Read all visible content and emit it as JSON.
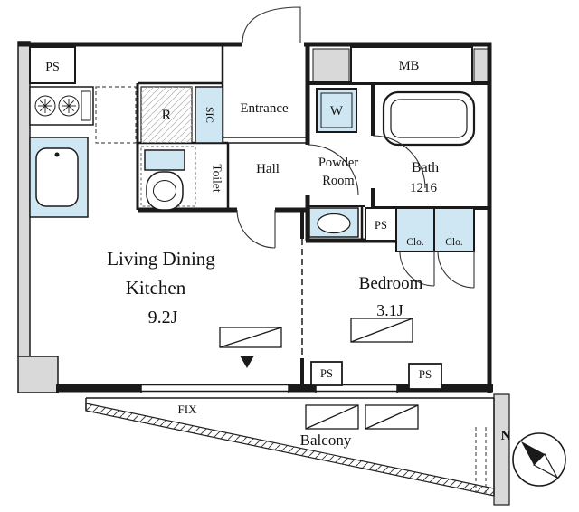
{
  "floorplan": {
    "rooms": {
      "ldk": {
        "line1": "Living Dining",
        "line2": "Kitchen",
        "size": "9.2J"
      },
      "bedroom": {
        "name": "Bedroom",
        "size": "3.1J"
      },
      "bath": {
        "name": "Bath",
        "size": "1216"
      },
      "powder": {
        "line1": "Powder",
        "line2": "Room"
      },
      "toilet": "Toilet",
      "hall": "Hall",
      "entrance": "Entrance",
      "balcony": "Balcony"
    },
    "fixtures": {
      "refrigerator": "R",
      "shoe_closet": "SIC",
      "washer": "W",
      "closet_left": "Clo.",
      "closet_right": "Clo."
    },
    "shafts": {
      "ps_top_left": "PS",
      "meter_box": "MB",
      "ps_middle": "PS",
      "ps_bottom_left": "PS",
      "ps_bottom_right": "PS"
    },
    "window_fix": "FIX",
    "compass_north": "N"
  },
  "colors": {
    "wall": "#1a1a1a",
    "fixture_fill": "#cfe7f3",
    "service_gray": "#d9d9d9",
    "background": "#ffffff"
  }
}
